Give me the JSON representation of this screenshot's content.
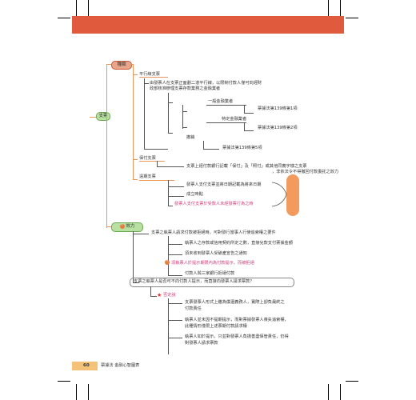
{
  "colors": {
    "banner": "#e05a3e",
    "tag_red": "#e8a58a",
    "tag_green": "#b8e0a2",
    "capsule": "#f39a5e",
    "footer": "#f5c27a"
  },
  "root": {
    "label": "支票"
  },
  "categories": {
    "types": "種類",
    "effect": "效力"
  },
  "types": {
    "plain": {
      "label": "平行線支票",
      "desc_line1": "由發票人在支票正面劃二道平行線，以限制付款人僅可向經財",
      "desc_line2": "政部核准辦理支票存款業務之金融業者",
      "general_label": "一般金融業者",
      "general_ref": "票據法第139條第1項",
      "special_label": "特定金融業者",
      "special_ref": "票據法第139條第2項",
      "revoke": "撤銷",
      "revoke_ref": "票據法第139條第5項"
    },
    "guaranteed": {
      "label": "保付支票",
      "desc_line1": "支票上經付款銀行記載「保付」及「照付」或其他同義字樣之支票",
      "desc_line2": "，非依法令不得撤回付款委託之效力"
    },
    "postdated": {
      "label": "遠期支票",
      "item1": "發票人支付支票並將日期記載為將來日期",
      "item2": "成立時點",
      "item3": "發票人支付支票於受款人未經發票行為之時"
    }
  },
  "effect": {
    "item1": "支票之執票人請求付款被拒絕時，可對發行當事人行使追索權之要件",
    "item1a": "執票人之存款或信用契約所定之數，直接兌款支付票據金額",
    "item1b": "須未收到發票人受破產宣告之通知",
    "item2": "須執票人於提示期限內為付款提示，而被拒絕",
    "item3": "付款人與三家銀行拒絕付款",
    "question": "支票之執票人是否可不向付款人提示，而直接向發票人請求票款？",
    "sub_label": "否定說",
    "sub1_line1": "支票發票人形式上雖為償還義務人，實際上卻負最終之",
    "sub1_line2": "付款責任",
    "sub2_line1": "執票人並未因不提期提示，而對票據發票人喪失追索權，",
    "sub2_line2": "此種情形僅限上述票期付款請求權",
    "sub3_line1": "執票人如於提示，只並對發票人負擔善盡保管責任，仍得",
    "sub3_line2": "對發票人請求票款"
  },
  "footer": {
    "page_number": "60",
    "book_title": "票據法 金融心智圖表"
  }
}
